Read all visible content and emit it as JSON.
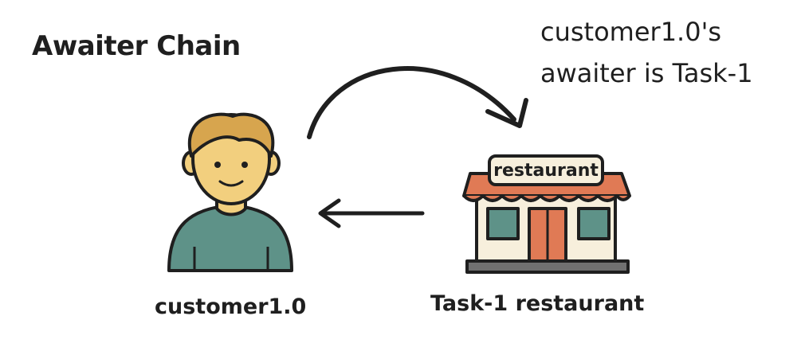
{
  "diagram": {
    "title": "Awaiter Chain",
    "note_lines": [
      "customer1.0's",
      "awaiter is Task-1"
    ],
    "customer_label": "customer1.0",
    "restaurant_label": "Task-1 restaurant",
    "sign_text": "restaurant"
  },
  "colors": {
    "skin": "#f2cf7e",
    "hair": "#d7a54e",
    "shirt": "#5e9288",
    "roof": "#e07a55",
    "wall": "#f7efdc",
    "window": "#5e9288",
    "door": "#e07a55",
    "sign": "#f7efdc",
    "base": "#707070",
    "stroke": "#1f1f1f"
  }
}
